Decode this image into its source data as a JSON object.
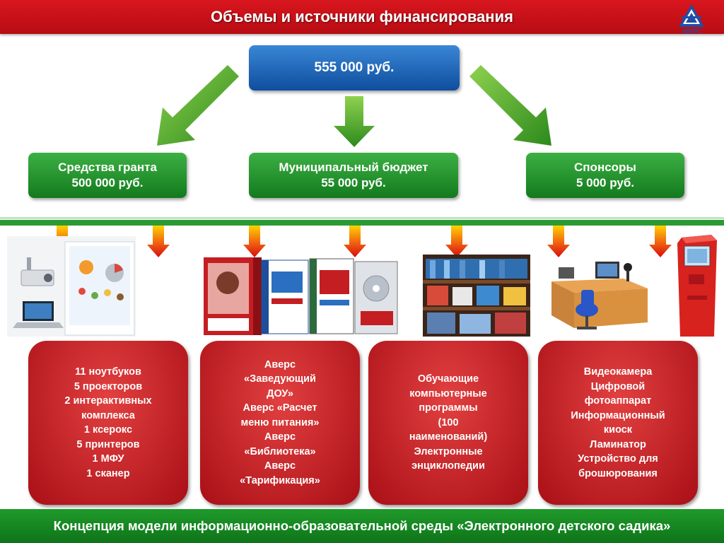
{
  "header": {
    "title": "Объемы и источники финансирования"
  },
  "logo": {
    "text": "АВЕРС",
    "icon": "avers-logo"
  },
  "total": {
    "label": "555 000  руб."
  },
  "sources": [
    {
      "line1": "Средства гранта",
      "line2": "500 000 руб."
    },
    {
      "line1": "Муниципальный бюджет",
      "line2": "55 000 руб."
    },
    {
      "line1": "Спонсоры",
      "line2": "5 000 руб."
    }
  ],
  "cards": [
    {
      "lines": [
        "11 ноутбуков",
        "5 проекторов",
        "2 интерактивных",
        "комплекса",
        "1 ксерокс",
        "5 принтеров",
        "1 МФУ",
        "1 сканер"
      ]
    },
    {
      "lines": [
        "Аверс",
        "«Заведующий",
        "ДОУ»",
        " Аверс «Расчет",
        "меню питания»",
        "Аверс",
        "«Библиотека»",
        "Аверс",
        "«Тарификация»"
      ]
    },
    {
      "lines": [
        "Обучающие",
        "компьютерные",
        "программы",
        "(100",
        "наименований)",
        "Электронные",
        "энциклопедии"
      ]
    },
    {
      "lines": [
        "Видеокамера",
        "Цифровой",
        "фотоаппарат",
        "Информационный",
        "киоск",
        "Ламинатор",
        "Устройство для",
        "брошюрования"
      ]
    }
  ],
  "footer": {
    "text": "Концепция модели информационно-образовательной среды «Электронного детского садика»"
  },
  "colors": {
    "header_red": "#c8101a",
    "box_blue": "#1a64b8",
    "box_green": "#23932c",
    "card_red": "#c21a22",
    "footer_green": "#178a22"
  }
}
